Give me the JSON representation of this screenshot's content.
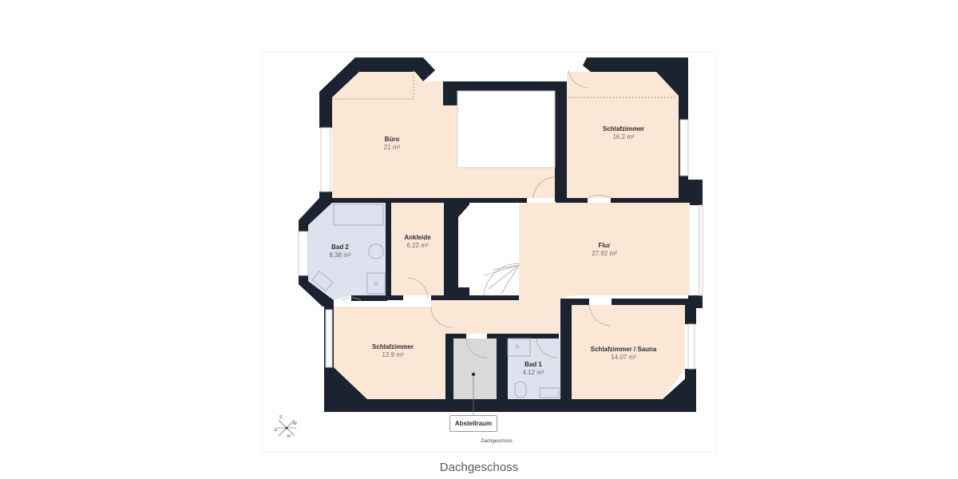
{
  "plan": {
    "floor_label": "Dachgeschoss",
    "caption": "Dachgeschoss",
    "callout": "Abstellraum",
    "colors": {
      "wall": "#1b2230",
      "living": "#fbe7d6",
      "bath": "#dde2ee",
      "storage": "#d9d9d9",
      "void": "#ffffff",
      "caption_text": "#555a60"
    },
    "compass": {
      "n": "N",
      "e": "E",
      "s": "S",
      "w": "W"
    },
    "rooms": [
      {
        "name": "Büro",
        "area": "21 m²"
      },
      {
        "name": "Schlafzimmer",
        "area": "16.2 m²"
      },
      {
        "name": "Bad 2",
        "area": "8.38 m²"
      },
      {
        "name": "Ankleide",
        "area": "6.22 m²"
      },
      {
        "name": "Flur",
        "area": "27.92 m²"
      },
      {
        "name": "Schlafzimmer",
        "area": "13.9 m²"
      },
      {
        "name": "Bad 1",
        "area": "4.12 m²"
      },
      {
        "name": "Schlafzimmer / Sauna",
        "area": "14.07 m²"
      }
    ]
  }
}
